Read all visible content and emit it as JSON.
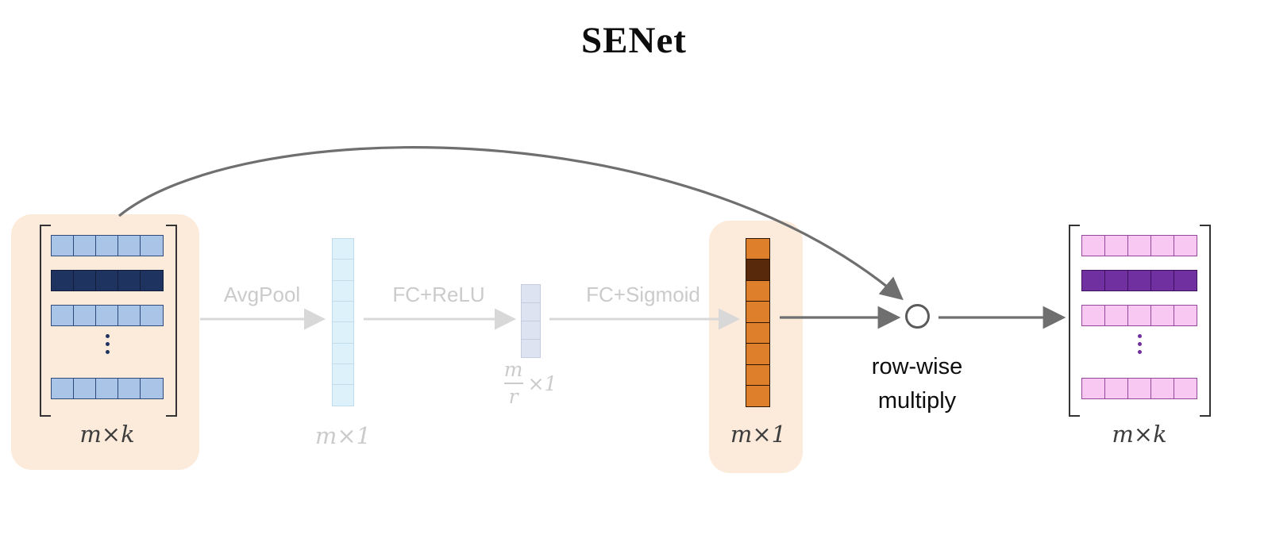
{
  "title": "SENet",
  "colors": {
    "highlight_bg": "#fcebdb",
    "light_blue": "#a9c4e6",
    "light_blue_border": "#2e4a7a",
    "dark_navy": "#1e3360",
    "dark_navy_border": "#101e3c",
    "faded_cyan": "#ddf1fb",
    "faded_cyan_border": "#c3dcea",
    "bottleneck_fill": "#dde3f0",
    "bottleneck_border": "#c4ccde",
    "orange": "#de7f2b",
    "orange_border": "#2a1403",
    "dark_brown": "#58290b",
    "pink": "#f8c8f2",
    "pink_border": "#94489a",
    "purple": "#7030a0",
    "purple_border": "#3f1060",
    "faded_text": "#cbcbcb",
    "arrow_faded": "#d8d8d8",
    "arrow_dark": "#6f6f6f",
    "node_border": "#5a5a5a",
    "bracket": "#333333",
    "label_dark": "#3d3d3d",
    "text": "#0d0d0d"
  },
  "input_matrix": {
    "label": "m×k",
    "cols": 5,
    "rows": [
      "light-blue",
      "dark-navy",
      "light-blue",
      "ellipsis",
      "light-blue"
    ]
  },
  "pipeline": {
    "avgpool_label": "AvgPool",
    "fc_relu_label": "FC+ReLU",
    "fc_sigmoid_label": "FC+Sigmoid"
  },
  "pooled_vector": {
    "label": "m×1",
    "cells": 8
  },
  "bottleneck_vector": {
    "numerator": "m",
    "denominator": "r",
    "suffix": "×1",
    "cells": 4
  },
  "excitation_vector": {
    "label": "m×1",
    "cells": 8,
    "dark_cell_index": 1
  },
  "multiply_node": {
    "line1": "row-wise",
    "line2": "multiply"
  },
  "output_matrix": {
    "label": "m×k",
    "cols": 5,
    "rows": [
      "pink",
      "purple",
      "pink",
      "ellipsis",
      "pink"
    ]
  }
}
